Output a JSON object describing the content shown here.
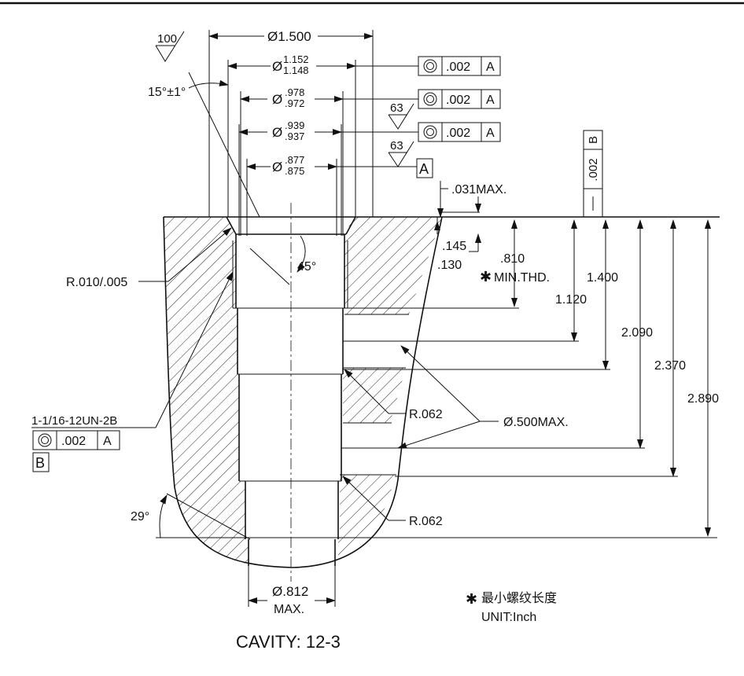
{
  "surface_finish": {
    "s1": "100",
    "s2": "63",
    "s3": "63"
  },
  "angles": {
    "chamfer": "15°±1°",
    "countersink": "45°",
    "bottom": "29°"
  },
  "diameters": {
    "top": "Ø1.500",
    "d1_upper": "1.152",
    "d1_lower": "1.148",
    "d2_upper": ".978",
    "d2_lower": ".972",
    "d3_upper": ".939",
    "d3_lower": ".937",
    "d4_upper": ".877",
    "d4_lower": ".875",
    "bottom_line1": "Ø.812",
    "bottom_line2": "MAX.",
    "port": "Ø.500MAX."
  },
  "symbols": {
    "diameter": "Ø",
    "star": "✱"
  },
  "fcf": [
    {
      "tol": ".002",
      "ref": "A"
    },
    {
      "tol": ".002",
      "ref": "A"
    },
    {
      "tol": ".002",
      "ref": "A"
    }
  ],
  "datum_a": "A",
  "datum_b": "B",
  "datum_b_tol": ".002",
  "thread_fcf": {
    "tol": ".002",
    "ref": "A"
  },
  "dims": {
    "max031": ".031MAX.",
    "d145": ".145",
    "d130": ".130",
    "d810": ".810",
    "min_thd": "MIN.THD.",
    "d1120": "1.120",
    "d1400": "1.400",
    "d2090": "2.090",
    "d2370": "2.370",
    "d2890": "2.890"
  },
  "radii": {
    "r1": "R.010/.005",
    "r2": "R.062",
    "r3": "R.062"
  },
  "thread_spec": "1-1/16-12UN-2B",
  "notes": {
    "star_note": "最小螺纹长度",
    "unit": "UNIT:Inch"
  },
  "caption": "CAVITY: 12-3"
}
